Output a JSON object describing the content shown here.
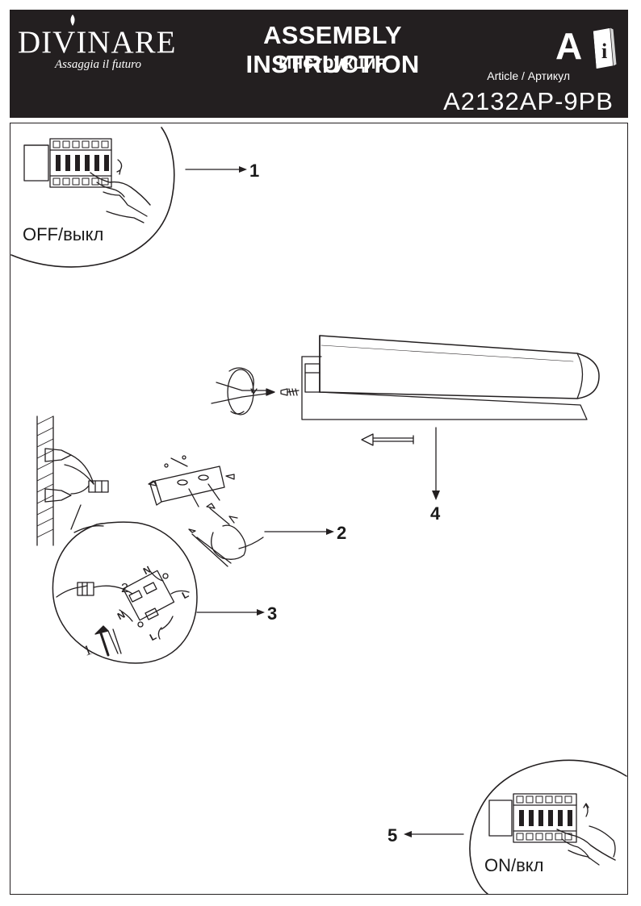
{
  "header": {
    "brand": "DIVINARE",
    "tagline": "Assaggia il futuro",
    "title_en": "ASSEMBLY INSTRUCTION",
    "title_ru": "Инструкция",
    "lang_letter": "A",
    "info_letter": "i",
    "article_label": "Article / Артикул",
    "article_code": "A2132AP-9PB"
  },
  "steps": {
    "s1": "1",
    "s2": "2",
    "s3": "3",
    "s4": "4",
    "s5": "5"
  },
  "callouts": {
    "off_label": "OFF/выкл",
    "on_label": "ON/вкл"
  },
  "wiring": {
    "n_top": "N",
    "n_bottom": "N",
    "l_top": "L",
    "l_bottom": "L",
    "sub_1": "1",
    "sub_2": "2"
  },
  "colors": {
    "header_bg": "#231f20",
    "line": "#231f20"
  }
}
